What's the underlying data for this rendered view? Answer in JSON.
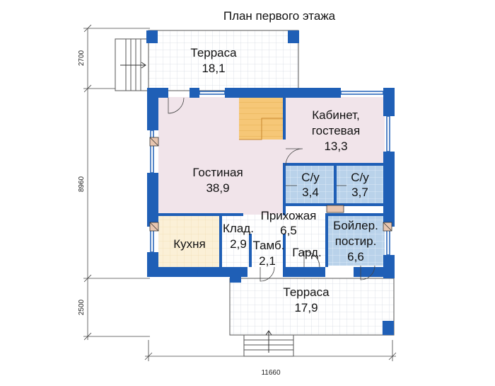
{
  "title": "План первого этажа",
  "rooms": {
    "terrace_top": {
      "name": "Терраса",
      "area": "18,1"
    },
    "living": {
      "name": "Гостиная",
      "area": "38,9"
    },
    "office": {
      "name": "Кабинет,",
      "name2": "гостевая",
      "area": "13,3"
    },
    "wc1": {
      "name": "С/у",
      "area": "3,4"
    },
    "wc2": {
      "name": "С/у",
      "area": "3,7"
    },
    "hall": {
      "name": "Прихожая",
      "area": "6,5"
    },
    "kitchen": {
      "name": "Кухня"
    },
    "storage": {
      "name": "Клад.",
      "area": "2,9"
    },
    "vestibule": {
      "name": "Тамб.",
      "area": "2,1"
    },
    "wardrobe": {
      "name": "Гард."
    },
    "boiler": {
      "name": "Бойлер.",
      "name2": "постир.",
      "area": "6,6"
    },
    "terrace_bottom": {
      "name": "Терраса",
      "area": "17,9"
    }
  },
  "dimensions": {
    "top_terrace_depth": "2700",
    "house_depth": "8960",
    "bottom_terrace_depth": "2500",
    "total_width": "11660"
  },
  "colors": {
    "wall": "#1f5fb6",
    "living": "#f1e4ea",
    "kitchen": "#fbf0d7",
    "stairs": "#f6c777",
    "wet": "#b9d2ea",
    "tile": "#ffffff"
  }
}
